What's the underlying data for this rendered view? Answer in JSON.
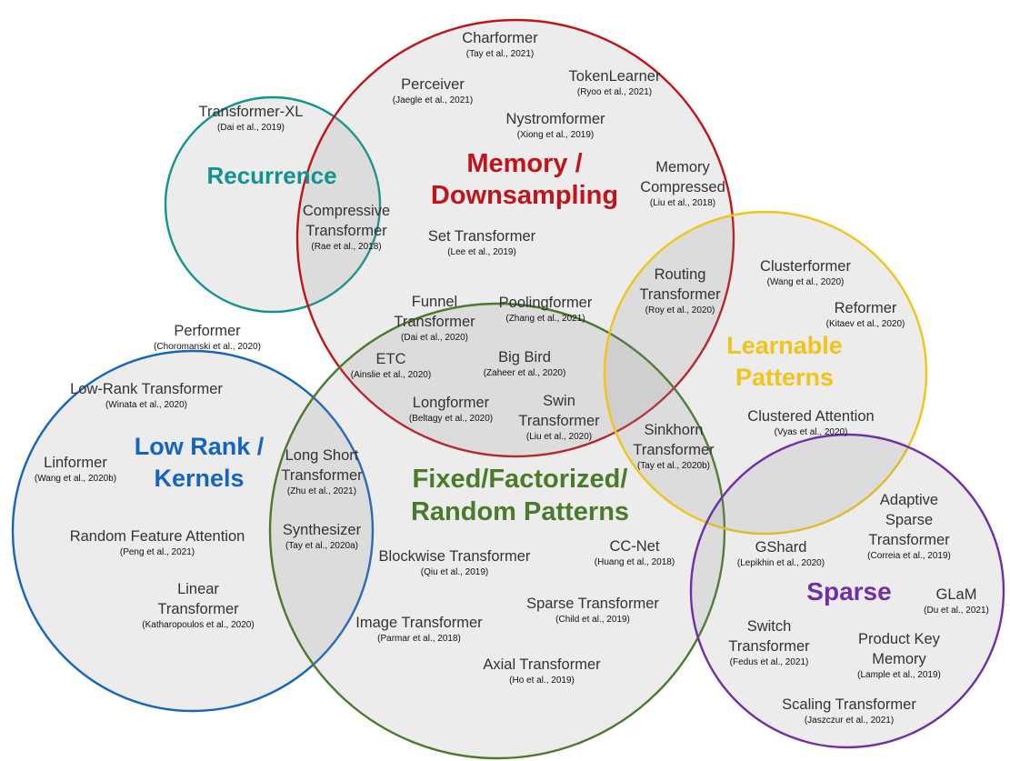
{
  "groups": {
    "recurrence": {
      "label": [
        "Recurrence"
      ],
      "color": "#12938f"
    },
    "memory": {
      "label": [
        "Memory /",
        "Downsampling"
      ],
      "color": "#c0141a"
    },
    "learnable": {
      "label": [
        "Learnable",
        "Patterns"
      ],
      "color": "#f0c419"
    },
    "low_rank": {
      "label": [
        "Low Rank /",
        "Kernels"
      ],
      "color": "#1565c0"
    },
    "fixed": {
      "label": [
        "Fixed/Factorized/",
        "Random Patterns"
      ],
      "color": "#4a7a2a"
    },
    "sparse": {
      "label": [
        "Sparse"
      ],
      "color": "#6e2fa8"
    }
  },
  "items": {
    "transformer_xl": {
      "name": [
        "Transformer-XL"
      ],
      "cite": "(Dai et al., 2019)"
    },
    "compressive_transformer": {
      "name": [
        "Compressive",
        "Transformer"
      ],
      "cite": "(Rae et al., 2018)"
    },
    "charformer": {
      "name": [
        "Charformer"
      ],
      "cite": "(Tay et al., 2021)"
    },
    "perceiver": {
      "name": [
        "Perceiver"
      ],
      "cite": "(Jaegle et al., 2021)"
    },
    "tokenlearner": {
      "name": [
        "TokenLearner"
      ],
      "cite": "(Ryoo et al., 2021)"
    },
    "nystromformer": {
      "name": [
        "Nystromformer"
      ],
      "cite": "(Xiong et al., 2019)"
    },
    "memory_compressed": {
      "name": [
        "Memory",
        "Compressed"
      ],
      "cite": "(Liu et al., 2018)"
    },
    "set_transformer": {
      "name": [
        "Set Transformer"
      ],
      "cite": "(Lee et al., 2019)"
    },
    "routing_transformer": {
      "name": [
        "Routing",
        "Transformer"
      ],
      "cite": "(Roy et al., 2020)"
    },
    "clusterformer": {
      "name": [
        "Clusterformer"
      ],
      "cite": "(Wang et al., 2020)"
    },
    "reformer": {
      "name": [
        "Reformer"
      ],
      "cite": "(Kitaev et al., 2020)"
    },
    "clustered_attention": {
      "name": [
        "Clustered Attention"
      ],
      "cite": "(Vyas et al., 2020)"
    },
    "sinkhorn_transformer": {
      "name": [
        "Sinkhorn",
        "Transformer"
      ],
      "cite": "(Tay et al., 2020b)"
    },
    "funnel_transformer": {
      "name": [
        "Funnel",
        "Transformer"
      ],
      "cite": "(Dai et al., 2020)"
    },
    "poolingformer": {
      "name": [
        "Poolingformer"
      ],
      "cite": "(Zhang et al., 2021)"
    },
    "etc": {
      "name": [
        "ETC"
      ],
      "cite": "(Ainslie et al., 2020)"
    },
    "big_bird": {
      "name": [
        "Big Bird"
      ],
      "cite": "(Zaheer et al., 2020)"
    },
    "longformer": {
      "name": [
        "Longformer"
      ],
      "cite": "(Beltagy et al., 2020)"
    },
    "swin_transformer": {
      "name": [
        "Swin",
        "Transformer"
      ],
      "cite": "(Liu et al., 2020)"
    },
    "performer": {
      "name": [
        "Performer"
      ],
      "cite": "(Choromanski et al., 2020)"
    },
    "low_rank_transformer": {
      "name": [
        "Low-Rank Transformer"
      ],
      "cite": "(Winata et al., 2020)"
    },
    "linformer": {
      "name": [
        "Linformer"
      ],
      "cite": "(Wang et al., 2020b)"
    },
    "random_feature_attention": {
      "name": [
        "Random Feature Attention"
      ],
      "cite": "(Peng et al., 2021)"
    },
    "linear_transformer": {
      "name": [
        "Linear",
        "Transformer"
      ],
      "cite": "(Katharopoulos et al., 2020)"
    },
    "long_short_transformer": {
      "name": [
        "Long Short",
        "Transformer"
      ],
      "cite": "(Zhu et al., 2021)"
    },
    "synthesizer": {
      "name": [
        "Synthesizer"
      ],
      "cite": "(Tay et al., 2020a)"
    },
    "blockwise_transformer": {
      "name": [
        "Blockwise Transformer"
      ],
      "cite": "(Qiu et al., 2019)"
    },
    "cc_net": {
      "name": [
        "CC-Net"
      ],
      "cite": "(Huang et al., 2018)"
    },
    "sparse_transformer": {
      "name": [
        "Sparse Transformer"
      ],
      "cite": "(Child et al., 2019)"
    },
    "image_transformer": {
      "name": [
        "Image Transformer"
      ],
      "cite": "(Parmar et al., 2018)"
    },
    "axial_transformer": {
      "name": [
        "Axial Transformer"
      ],
      "cite": "(Ho et al., 2019)"
    },
    "adaptive_sparse_transformer": {
      "name": [
        "Adaptive",
        "Sparse",
        "Transformer"
      ],
      "cite": "(Correia et al., 2019)"
    },
    "gshard": {
      "name": [
        "GShard"
      ],
      "cite": "(Lepikhin et al., 2020)"
    },
    "glam": {
      "name": [
        "GLaM"
      ],
      "cite": "(Du et al., 2021)"
    },
    "switch_transformer": {
      "name": [
        "Switch",
        "Transformer"
      ],
      "cite": "(Fedus et al., 2021)"
    },
    "product_key_memory": {
      "name": [
        "Product Key",
        "Memory"
      ],
      "cite": "(Lample et al., 2019)"
    },
    "scaling_transformer": {
      "name": [
        "Scaling Transformer"
      ],
      "cite": "(Jaszczur et al., 2021)"
    }
  }
}
